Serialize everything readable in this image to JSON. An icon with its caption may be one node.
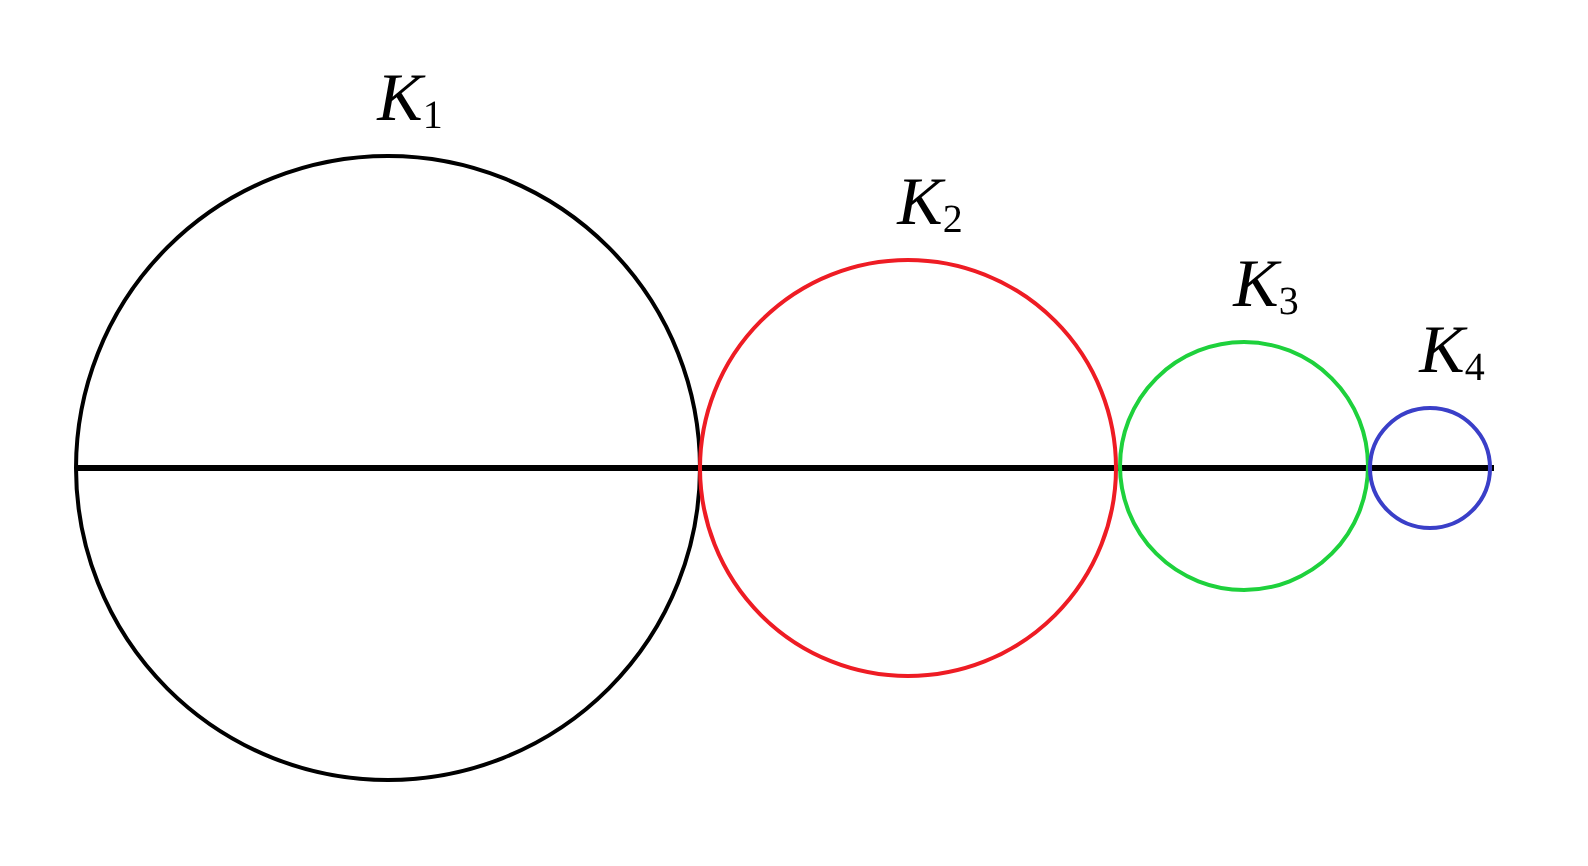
{
  "diagram": {
    "nodes": [
      {
        "text": [
          "*K*$_{1}$"
        ]
      },
      {
        "text": [
          "*K*$_{2}$"
        ]
      },
      {
        "text": [
          "*K*$_{3}$"
        ]
      },
      {
        "text": [
          "*K*$_{4}$"
        ]
      }
    ],
    "edges": []
  }
}
